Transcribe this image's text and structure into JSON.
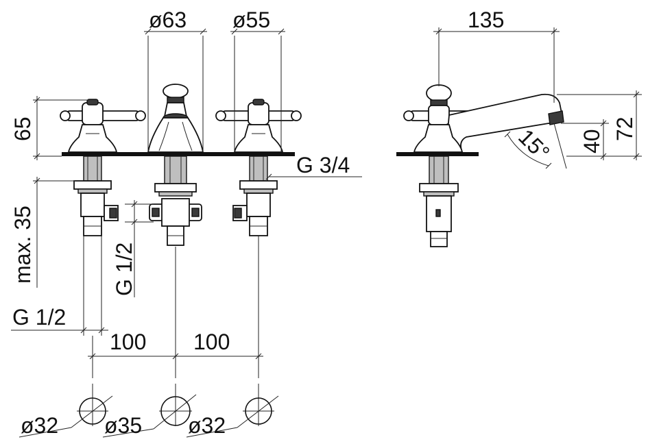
{
  "dimensions": {
    "spout_diameter": "ø63",
    "handle_diameter": "ø55",
    "spout_reach": "135",
    "handle_height": "65",
    "deck_thread": "G 3/4",
    "max_thickness": "max. 35",
    "connection_thread_center": "G 1/2",
    "connection_thread_left": "G 1/2",
    "spacing_left": "100",
    "spacing_right": "100",
    "spout_angle": "15°",
    "spout_outlet_height": "40",
    "spout_height": "72",
    "hole_left": "ø32",
    "hole_center": "ø35",
    "hole_right": "ø32"
  }
}
